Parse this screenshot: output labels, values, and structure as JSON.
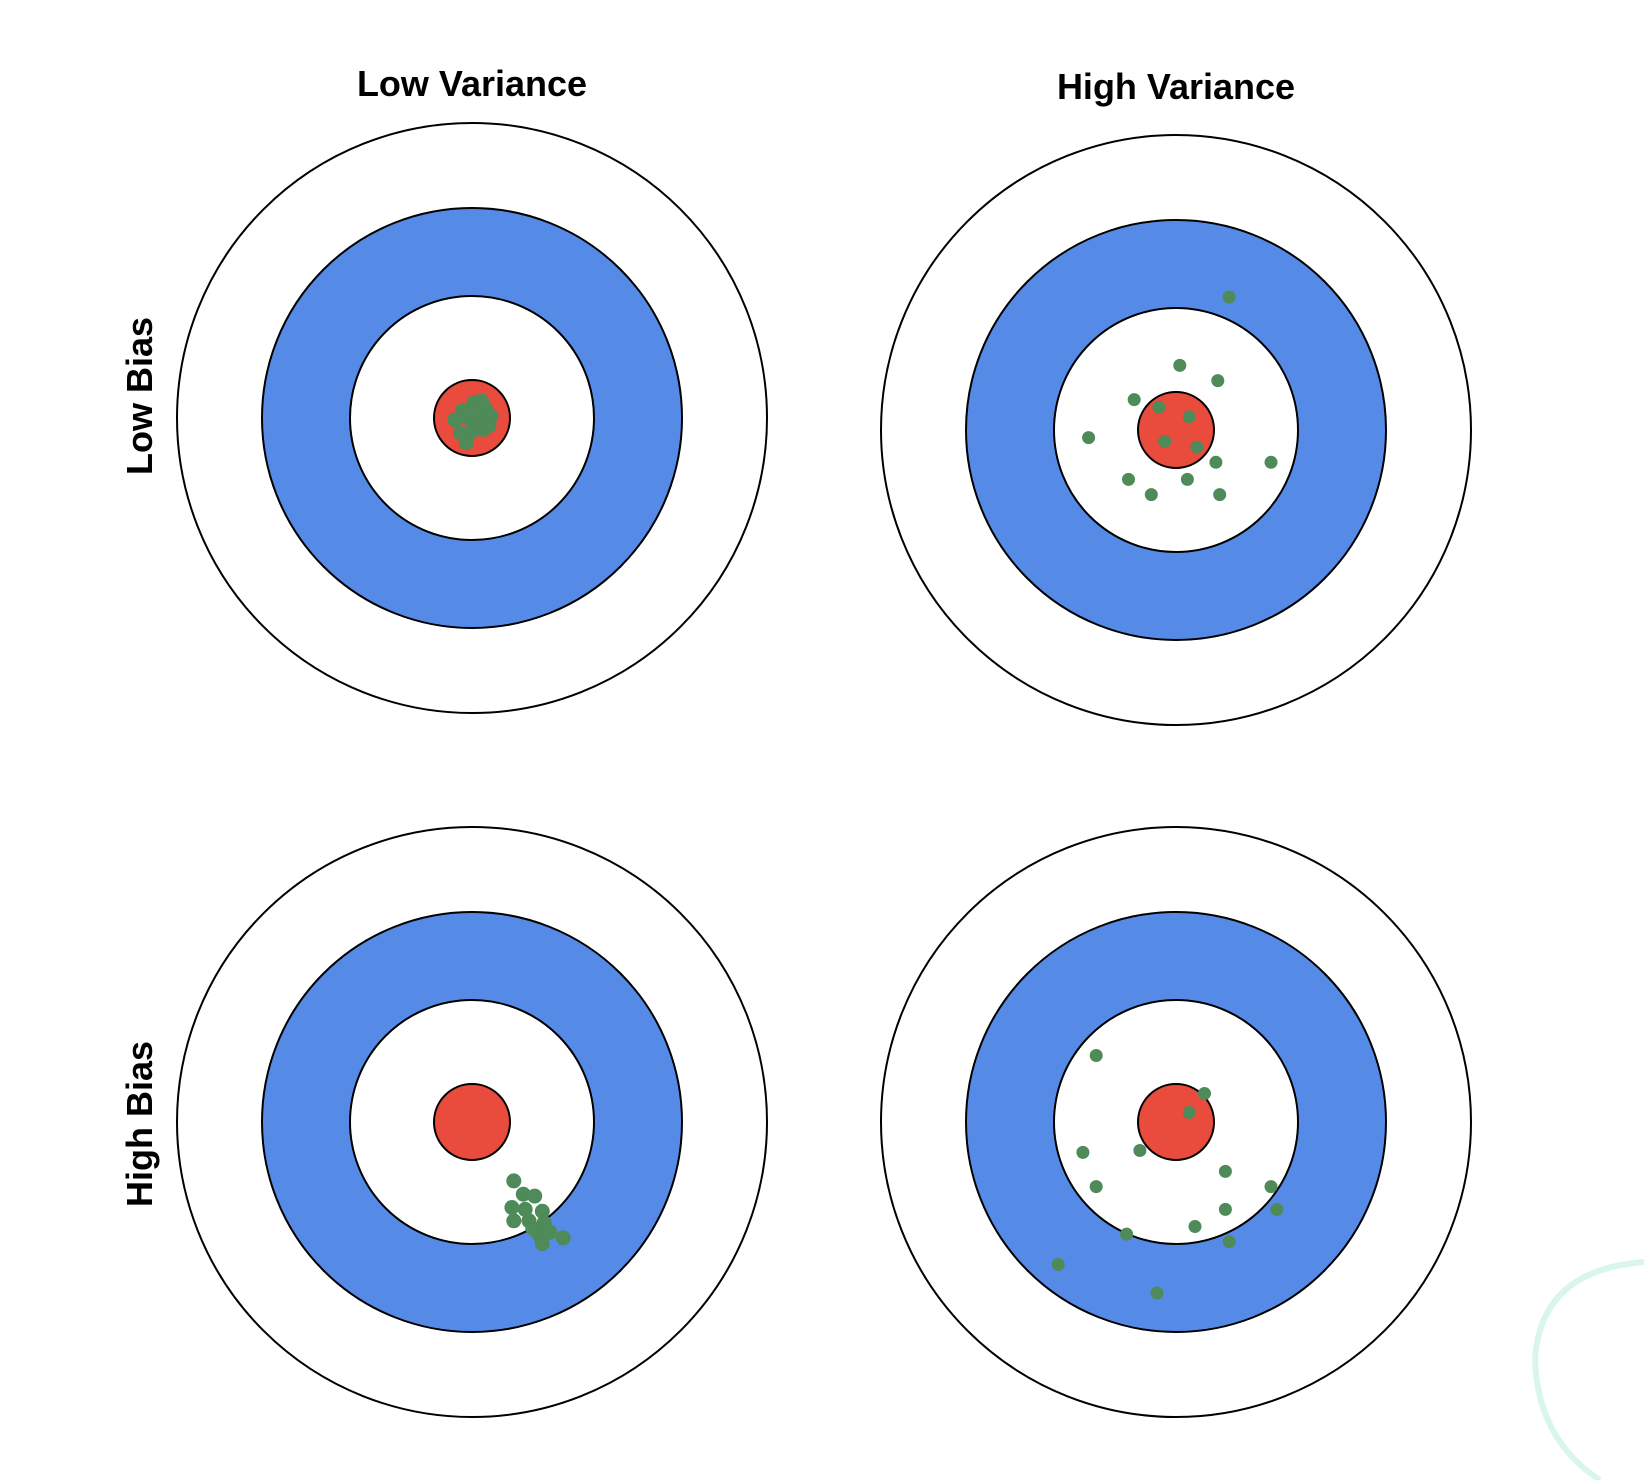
{
  "columns": [
    {
      "label": "Low Variance"
    },
    {
      "label": "High Variance"
    }
  ],
  "rows": [
    {
      "label": "Low Bias"
    },
    {
      "label": "High Bias"
    }
  ],
  "colors": {
    "outer_ring": "#ffffff",
    "blue_ring": "#558be6",
    "inner_ring": "#ffffff",
    "bullseye": "#e94b3c",
    "shots": "#4f8a59",
    "stroke": "#000000",
    "decor": "#d9f6ec"
  },
  "targets": [
    {
      "id": "low-bias-low-variance",
      "shots": [
        [
          -0.25,
          -0.2
        ],
        [
          0.05,
          -0.4
        ],
        [
          0.35,
          -0.25
        ],
        [
          -0.45,
          0.05
        ],
        [
          -0.1,
          0.0
        ],
        [
          0.2,
          0.05
        ],
        [
          0.5,
          -0.05
        ],
        [
          -0.3,
          0.4
        ],
        [
          0.0,
          0.35
        ],
        [
          0.3,
          0.3
        ],
        [
          -0.15,
          0.65
        ],
        [
          0.45,
          0.2
        ],
        [
          -0.05,
          -0.15
        ],
        [
          0.25,
          -0.45
        ]
      ]
    },
    {
      "id": "low-bias-high-variance",
      "shots": [
        [
          1.4,
          -3.5
        ],
        [
          0.1,
          -1.7
        ],
        [
          1.1,
          -1.3
        ],
        [
          -1.1,
          -0.8
        ],
        [
          -0.45,
          -0.6
        ],
        [
          0.35,
          -0.35
        ],
        [
          -2.3,
          0.2
        ],
        [
          -0.3,
          0.3
        ],
        [
          0.55,
          0.45
        ],
        [
          1.05,
          0.85
        ],
        [
          2.5,
          0.85
        ],
        [
          -1.25,
          1.3
        ],
        [
          0.3,
          1.3
        ],
        [
          -0.65,
          1.7
        ],
        [
          1.15,
          1.7
        ]
      ]
    },
    {
      "id": "high-bias-low-variance",
      "shots": [
        [
          1.1,
          1.55
        ],
        [
          1.35,
          1.9
        ],
        [
          1.65,
          1.95
        ],
        [
          1.05,
          2.25
        ],
        [
          1.4,
          2.3
        ],
        [
          1.85,
          2.35
        ],
        [
          1.1,
          2.6
        ],
        [
          1.5,
          2.6
        ],
        [
          1.9,
          2.65
        ],
        [
          1.75,
          2.95
        ],
        [
          2.05,
          2.9
        ],
        [
          1.85,
          3.2
        ],
        [
          2.4,
          3.05
        ],
        [
          1.6,
          2.8
        ]
      ]
    },
    {
      "id": "high-bias-high-variance",
      "shots": [
        [
          -2.1,
          -1.75
        ],
        [
          0.75,
          -0.75
        ],
        [
          0.35,
          -0.25
        ],
        [
          -0.95,
          0.75
        ],
        [
          -2.45,
          0.8
        ],
        [
          -2.1,
          1.7
        ],
        [
          1.3,
          1.3
        ],
        [
          2.5,
          1.7
        ],
        [
          1.3,
          2.3
        ],
        [
          2.65,
          2.3
        ],
        [
          0.5,
          2.75
        ],
        [
          -1.3,
          2.95
        ],
        [
          1.4,
          3.15
        ],
        [
          -3.1,
          3.75
        ],
        [
          -0.5,
          4.5
        ]
      ]
    }
  ]
}
